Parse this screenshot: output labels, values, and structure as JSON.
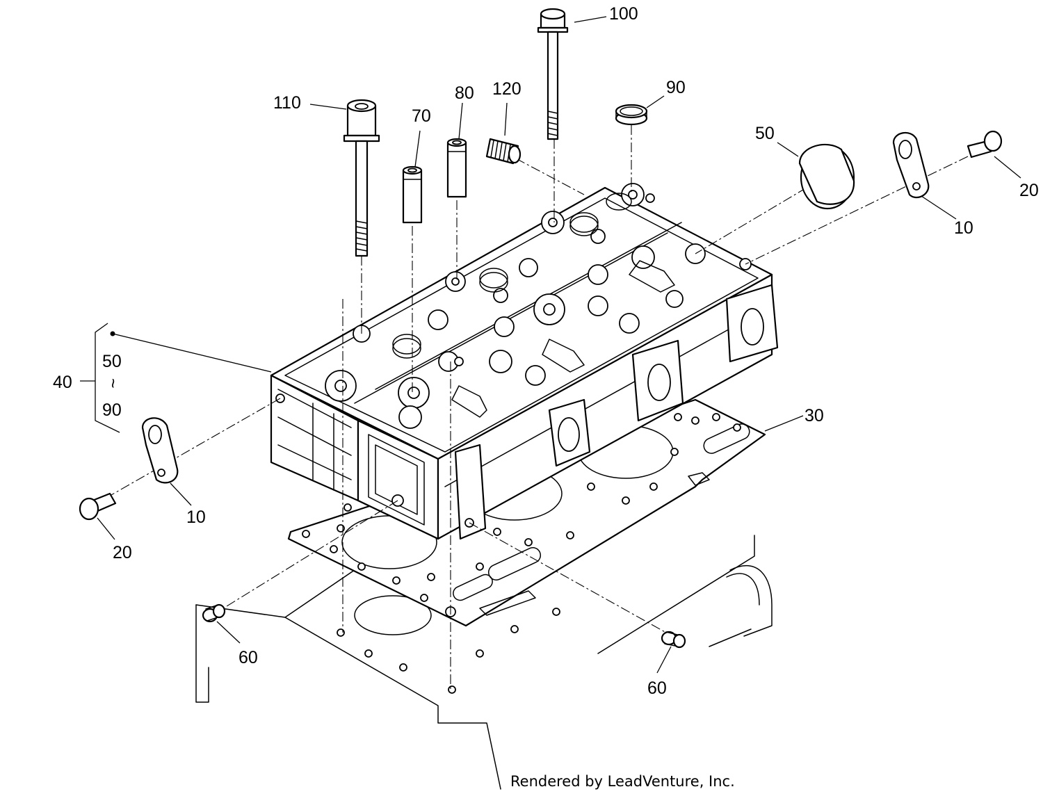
{
  "footer": "Rendered by LeadVenture, Inc.",
  "callouts": {
    "c100": "100",
    "c110": "110",
    "c70": "70",
    "c80": "80",
    "c120": "120",
    "c90_top": "90",
    "c50_right": "50",
    "c20_right": "20",
    "c10_right": "10",
    "c40": "40",
    "c50_range": "50",
    "c_range_sep": "~",
    "c90_range": "90",
    "c30": "30",
    "c10_left": "10",
    "c20_left": "20",
    "c60_left": "60",
    "c60_right": "60"
  }
}
